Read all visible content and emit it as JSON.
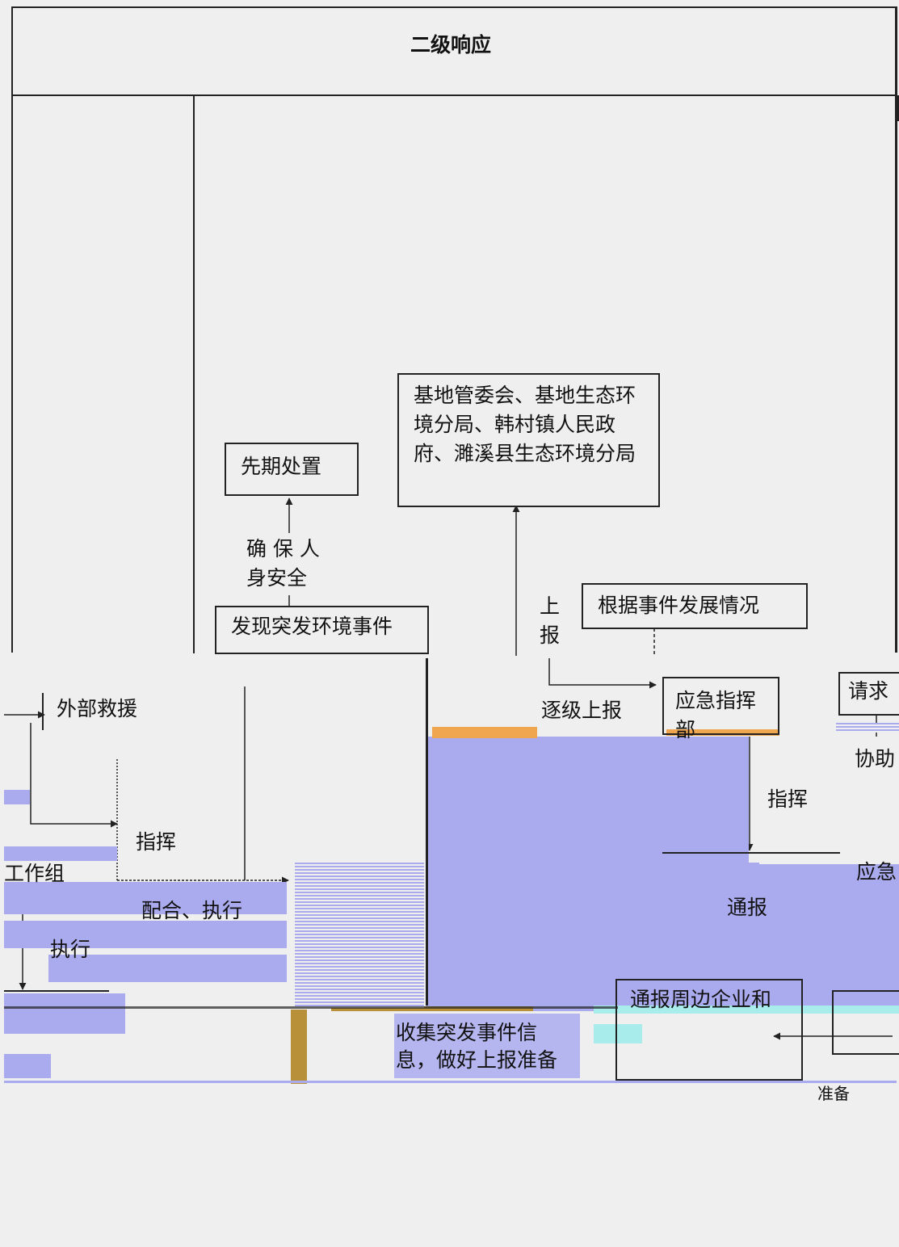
{
  "header": {
    "title": "二级响应"
  },
  "nodes": {
    "initial_disposal": "先期处置",
    "authorities": "基地管委会、基地生态环境分局、韩村镇人民政府、濉溪县生态环境分局",
    "discover_event": "发现突发环境事件",
    "by_development": "根据事件发展情况",
    "external_rescue": "外部救援",
    "emergency_command": "应急指挥部",
    "notify_nearby": "通报周边企业和",
    "collect_info": "收集突发事件信息，做好上报准备",
    "request": "请求"
  },
  "labels": {
    "ensure_safety": "确 保 人 身安全",
    "report_up": "上 报",
    "escalate": "逐级上报",
    "command_1": "指挥",
    "command_2": "指挥",
    "cooperate_execute": "配合、执行",
    "execute": "执行",
    "notify": "通报",
    "assist": "协助",
    "work_group": "工作组",
    "emergency": "应急",
    "prepare": "准备"
  },
  "colors": {
    "overlay_purple": "#aaaaee",
    "overlay_orange": "#f0a64f",
    "overlay_cyan": "#a8ecec",
    "overlay_gold": "#b8903a",
    "line": "#222222",
    "background": "#efefef"
  }
}
